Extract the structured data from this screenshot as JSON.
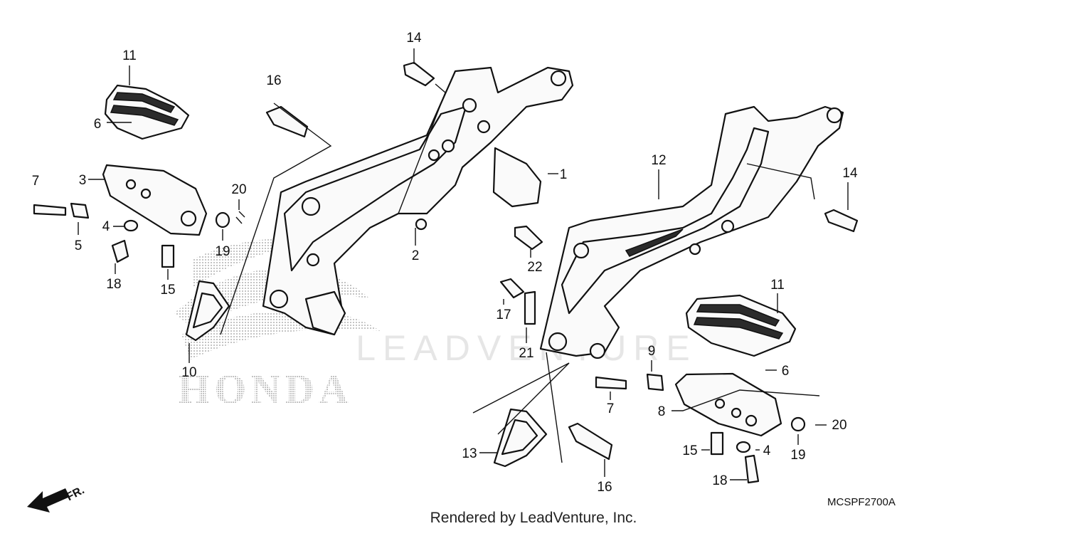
{
  "diagram": {
    "code": "MCSPF2700A",
    "credit": "Rendered by LeadVenture, Inc.",
    "watermark": "LEADVENTURE",
    "brand_mark": "HONDA",
    "direction_label": "FR."
  },
  "callouts": [
    "11",
    "6",
    "3",
    "7",
    "5",
    "4",
    "18",
    "15",
    "20",
    "19",
    "10",
    "16",
    "14",
    "1",
    "2",
    "22",
    "17",
    "21",
    "12",
    "14",
    "11",
    "9",
    "6",
    "7",
    "8",
    "20",
    "19",
    "15",
    "4",
    "18",
    "13",
    "16"
  ]
}
